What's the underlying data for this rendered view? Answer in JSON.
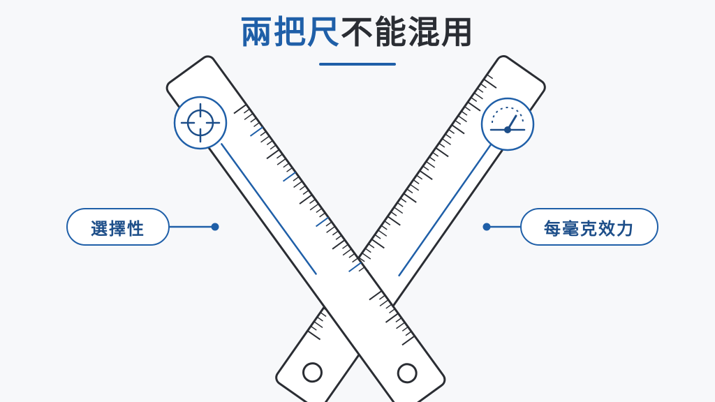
{
  "title": {
    "highlight": "兩把尺",
    "rest": "不能混用"
  },
  "labels": {
    "left": "選擇性",
    "right": "每毫克效力"
  },
  "icons": {
    "left_ruler": "crosshair-icon",
    "right_ruler": "gauge-icon"
  },
  "colors": {
    "accent": "#1f5fa8",
    "outline": "#2a2d33",
    "background": "#f7f8fa"
  }
}
